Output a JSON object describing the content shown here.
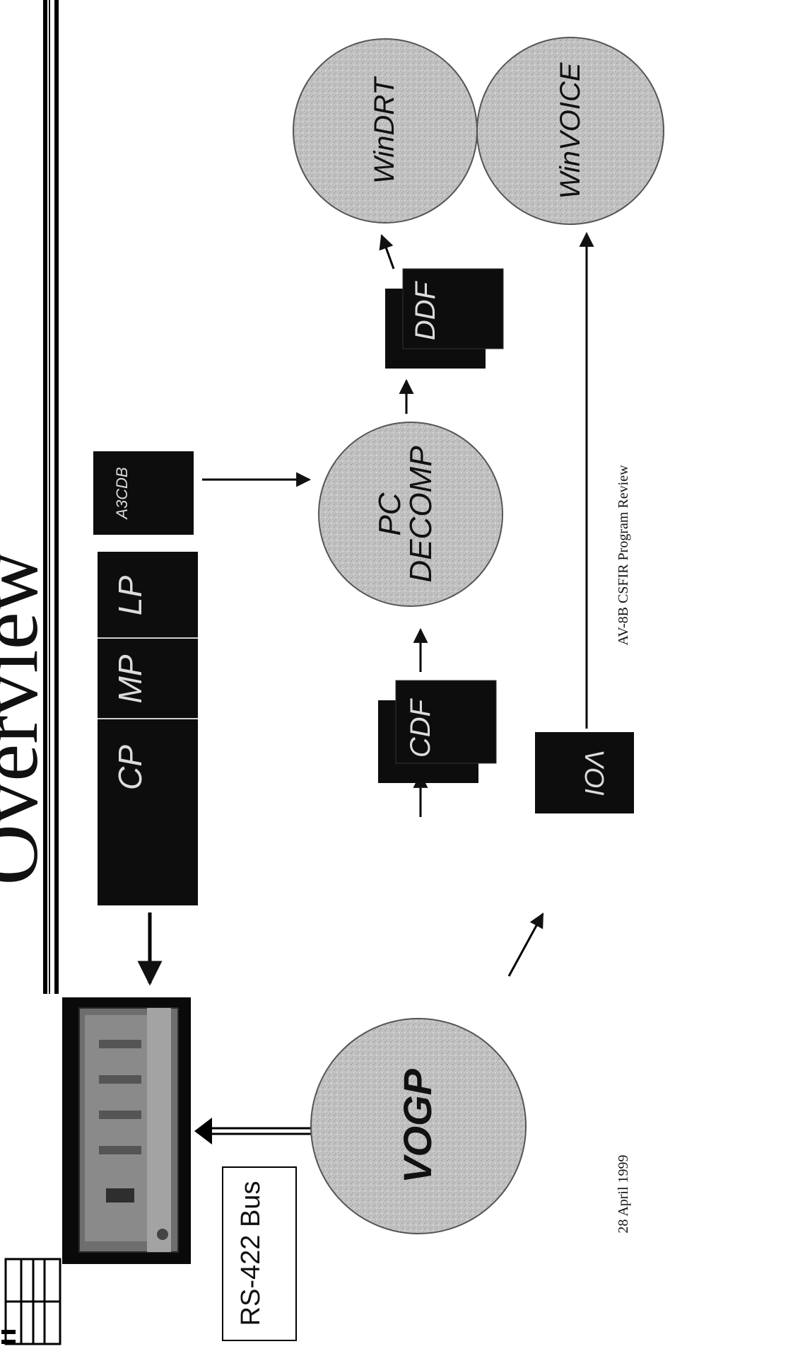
{
  "slide": {
    "title": "Overview",
    "footer_center": "AV-8B CSFIR Program Review",
    "footer_left": "28 April 1999"
  },
  "nodes": {
    "bus": "RS-422 Bus",
    "vogp": "VOGP",
    "pc_decomp_line1": "PC",
    "pc_decomp_line2": "DECOMP",
    "windrt": "WinDRT",
    "winvoice": "WinVOICE"
  },
  "files": {
    "cp": "CP",
    "mp": "MP",
    "lp": "LP",
    "a3cdb": "A3CDB",
    "cdf": "CDF",
    "ddf": "DDF",
    "voi": "VOI"
  },
  "colors": {
    "circle_fill": "#bdbdbd",
    "box_fill": "#0d0d0d",
    "ink": "#111111"
  }
}
